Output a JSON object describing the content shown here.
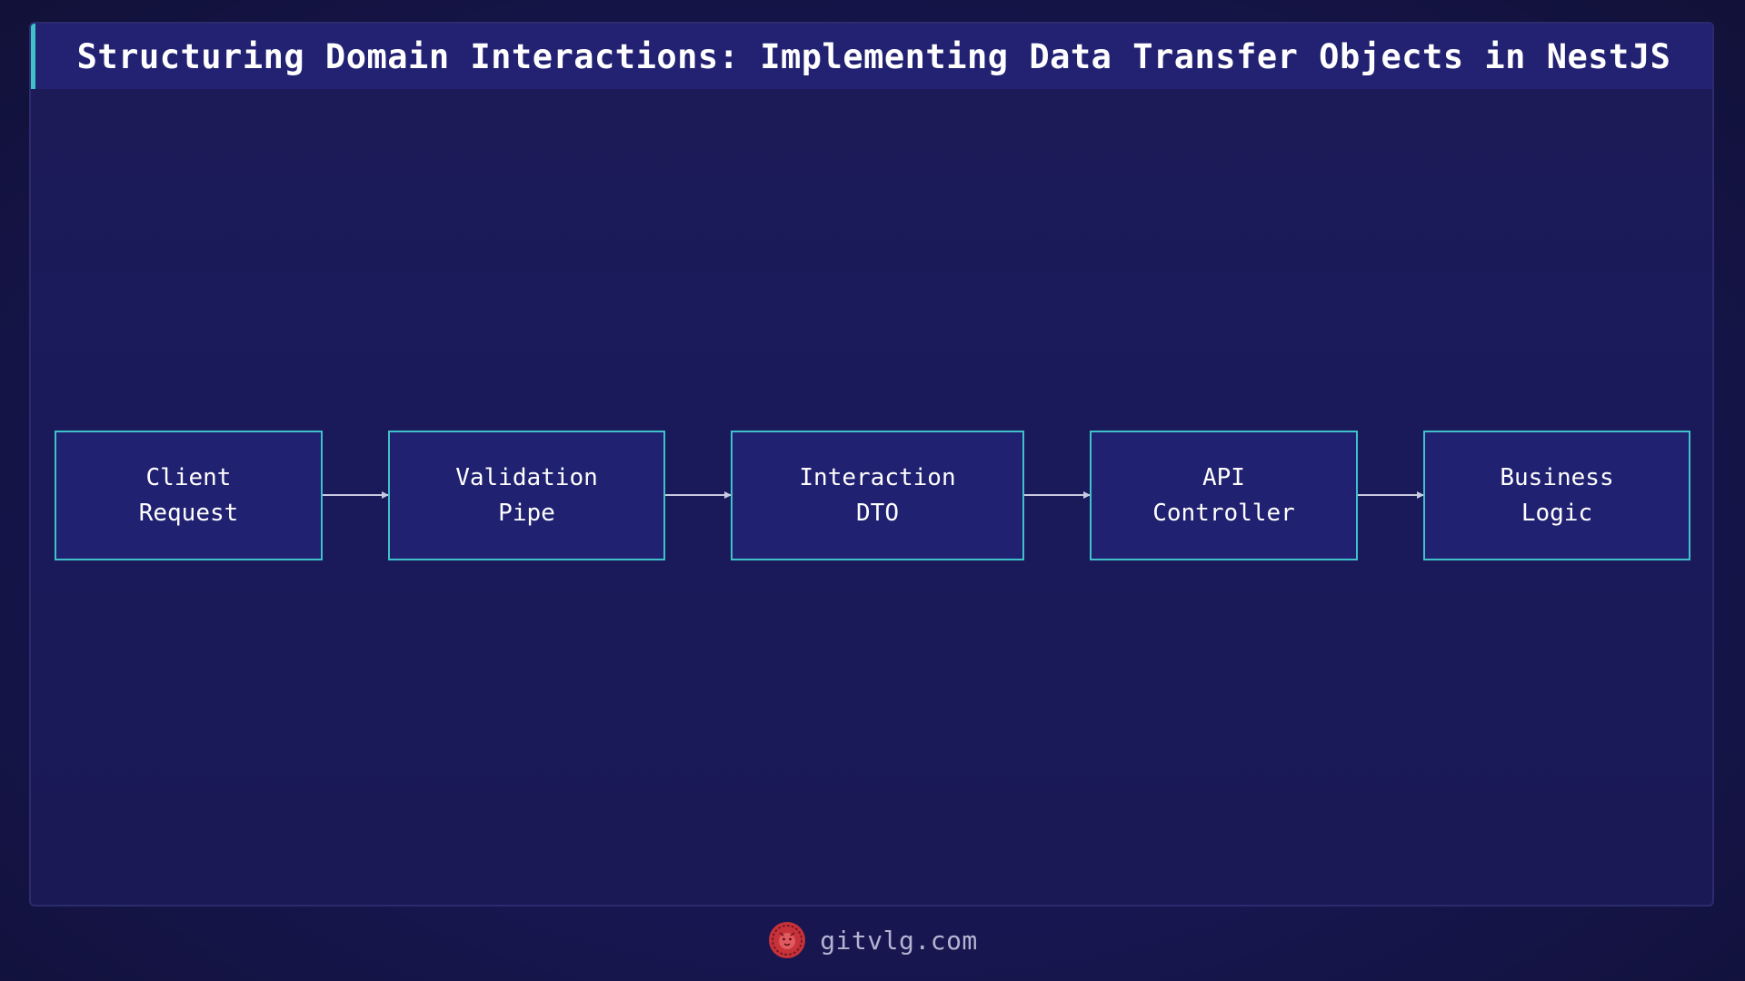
{
  "header": {
    "title": "Structuring Domain Interactions: Implementing Data Transfer Objects in NestJS"
  },
  "diagram": {
    "type": "flowchart",
    "direction": "left-to-right",
    "nodes": [
      {
        "id": "client-request",
        "label": "Client\nRequest"
      },
      {
        "id": "validation-pipe",
        "label": "Validation\nPipe"
      },
      {
        "id": "interaction-dto",
        "label": "Interaction\nDTO"
      },
      {
        "id": "api-controller",
        "label": "API\nController"
      },
      {
        "id": "business-logic",
        "label": "Business\nLogic"
      }
    ],
    "edges": [
      {
        "from": "client-request",
        "to": "validation-pipe"
      },
      {
        "from": "validation-pipe",
        "to": "interaction-dto"
      },
      {
        "from": "interaction-dto",
        "to": "api-controller"
      },
      {
        "from": "api-controller",
        "to": "business-logic"
      }
    ]
  },
  "footer": {
    "site": "gitvlg.com",
    "logo_icon": "lion-logo-icon"
  },
  "colors": {
    "background": "#17164f",
    "title_bar": "#222172",
    "node_fill": "#212172",
    "node_border": "#3fc1c9",
    "accent": "#3fc1c9",
    "arrow": "#c9c9e0",
    "logo": "#c8323a"
  }
}
